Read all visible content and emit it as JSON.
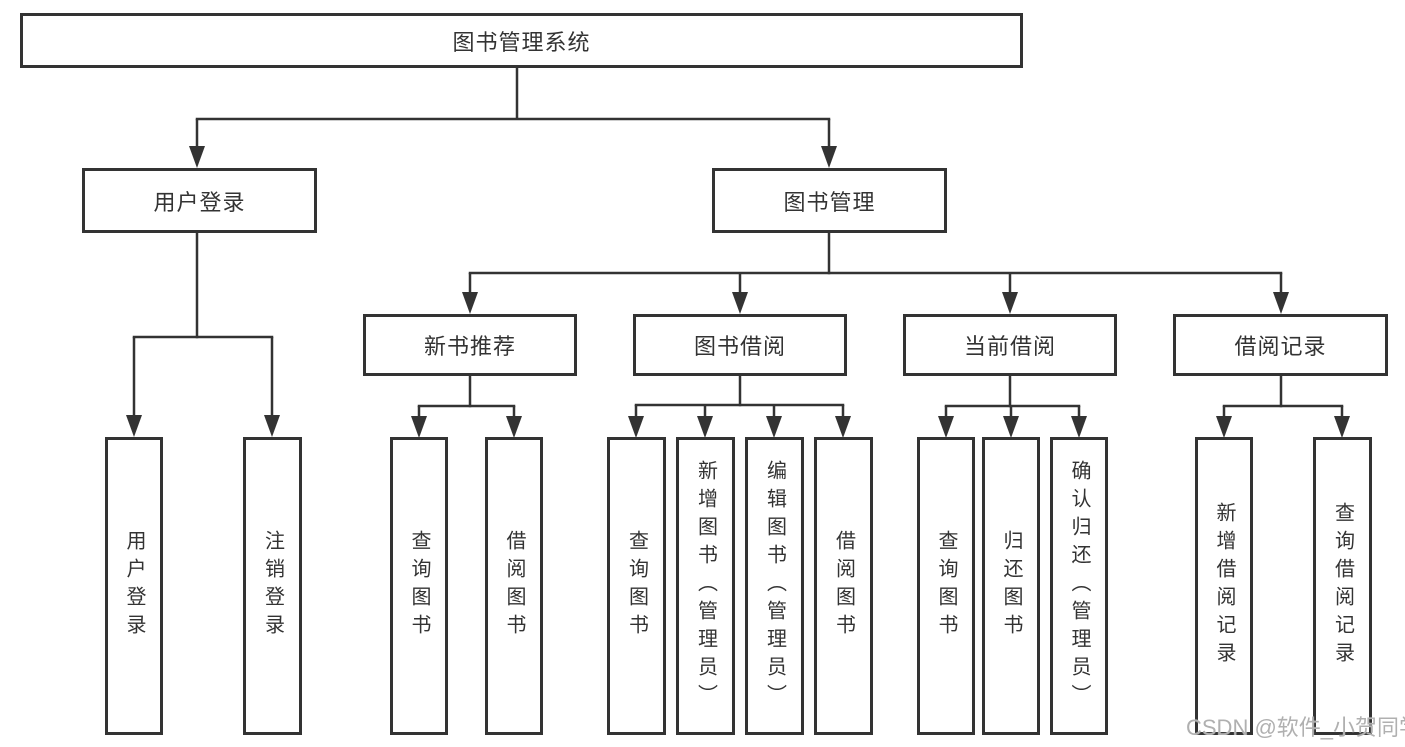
{
  "tree": {
    "root": "图书管理系统",
    "branches": [
      {
        "label": "用户登录",
        "children": [
          "用户登录",
          "注销登录"
        ]
      },
      {
        "label": "图书管理",
        "children": [
          {
            "label": "新书推荐",
            "children": [
              "查询图书",
              "借阅图书"
            ]
          },
          {
            "label": "图书借阅",
            "children": [
              "查询图书",
              "新增图书（管理员）",
              "编辑图书（管理员）",
              "借阅图书"
            ]
          },
          {
            "label": "当前借阅",
            "children": [
              "查询图书",
              "归还图书",
              "确认归还（管理员）"
            ]
          },
          {
            "label": "借阅记录",
            "children": [
              "新增借阅记录",
              "查询借阅记录"
            ]
          }
        ]
      }
    ]
  },
  "watermark": "CSDN @软件_小贺同学",
  "colors": {
    "line": "#333333",
    "text": "#333333",
    "watermark": "#b0b0b0",
    "background": "#ffffff"
  }
}
